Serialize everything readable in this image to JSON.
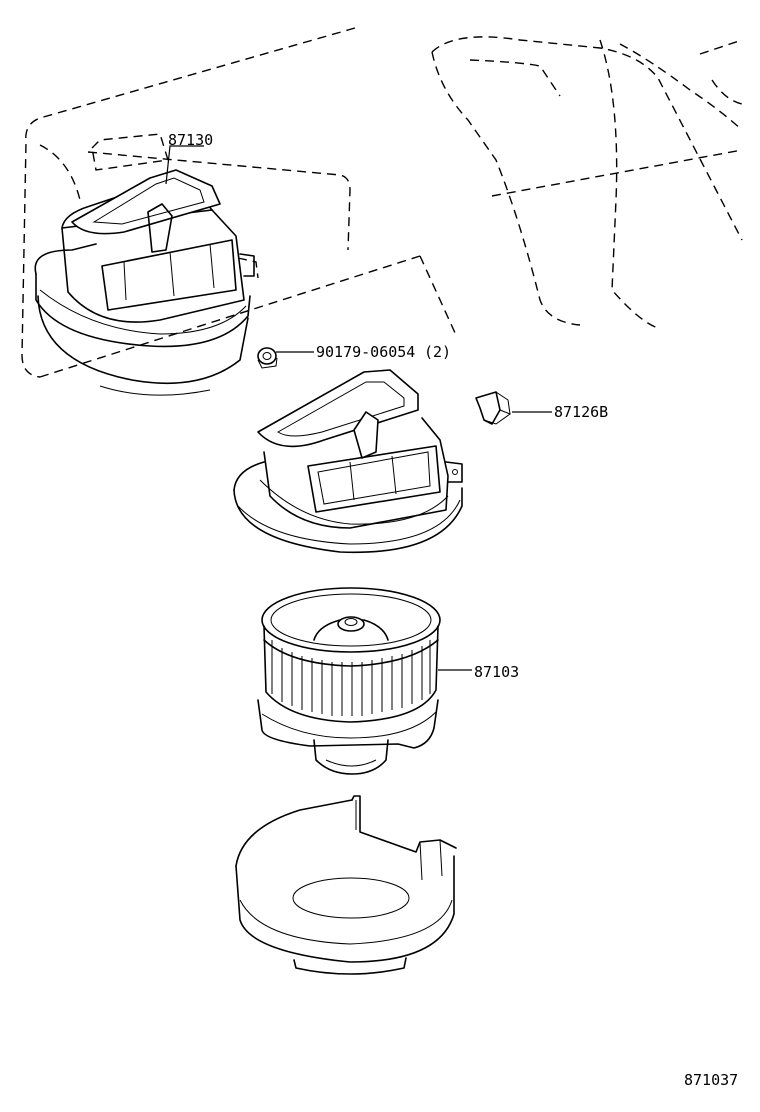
{
  "callouts": [
    {
      "id": "blower-housing-top",
      "part_number": "87130"
    },
    {
      "id": "clip-nut",
      "part_number": "90179-06054",
      "qty": "(2)"
    },
    {
      "id": "bracket-clip",
      "part_number": "87126B"
    },
    {
      "id": "fan-motor-assembly",
      "part_number": "87103"
    }
  ],
  "figure_id": "871037"
}
